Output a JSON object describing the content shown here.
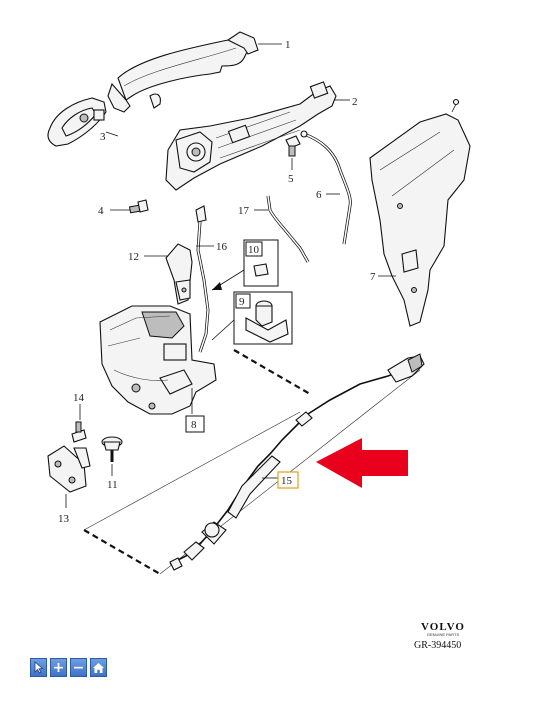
{
  "diagram": {
    "callouts": [
      "1",
      "2",
      "3",
      "4",
      "5",
      "6",
      "7",
      "8",
      "9",
      "10",
      "11",
      "12",
      "13",
      "14",
      "15",
      "16",
      "17"
    ],
    "highlight_color": "#e8001c"
  },
  "brand": {
    "name": "VOLVO",
    "subtitle": "GENUINE PARTS",
    "reference": "GR-394450"
  },
  "toolbar": {
    "buttons": [
      {
        "icon": "cursor-icon",
        "label": ""
      },
      {
        "icon": "zoom-in-icon",
        "label": "+"
      },
      {
        "icon": "zoom-out-icon",
        "label": "−"
      },
      {
        "icon": "home-icon",
        "label": ""
      }
    ]
  }
}
